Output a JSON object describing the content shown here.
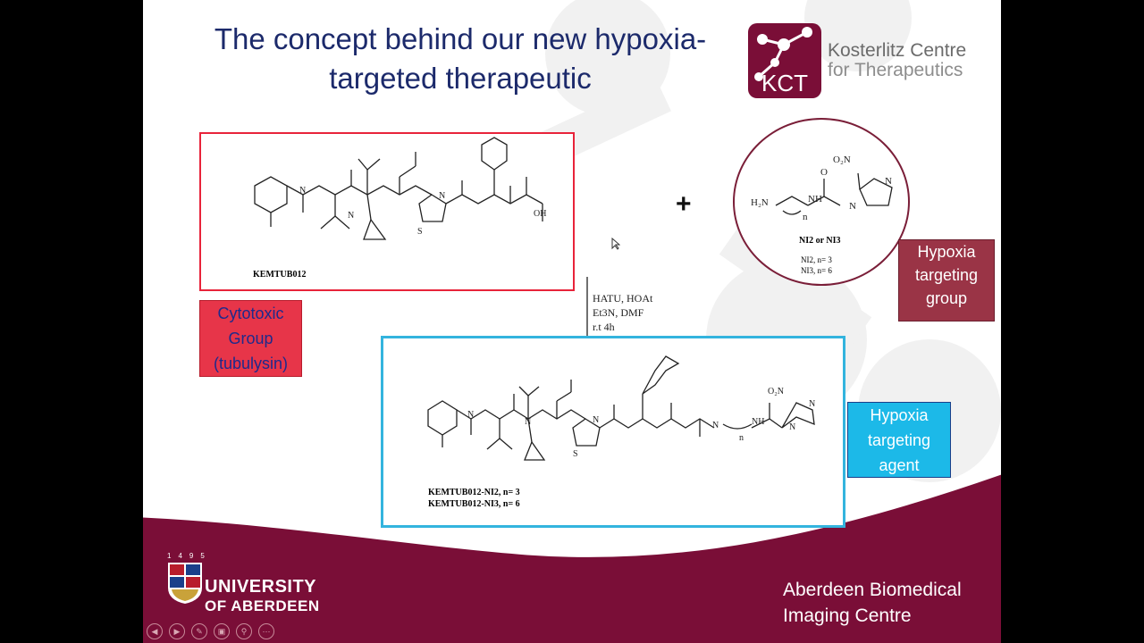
{
  "slide": {
    "title_line1": "The concept behind our new hypoxia-",
    "title_line2": "targeted therapeutic"
  },
  "logo": {
    "badge_text": "KCT",
    "name_line1": "Kosterlitz Centre",
    "name_line2": "for Therapeutics"
  },
  "compounds": {
    "left_caption": "KEMTUB012",
    "product_caption_line1": "KEMTUB012-NI2, n= 3",
    "product_caption_line2": "KEMTUB012-NI3, n= 6",
    "circle_caption": "NI2 or NI3",
    "circle_n_line1": "NI2, n= 3",
    "circle_n_line2": "NI3, n= 6"
  },
  "reaction": {
    "line1": "HATU, HOAt",
    "line2": "Et3N, DMF",
    "line3": "r.t 4h"
  },
  "operator": "+",
  "labels": {
    "cytotoxic_line1": "Cytotoxic",
    "cytotoxic_line2": "Group",
    "cytotoxic_line3": "(tubulysin)",
    "hyp_group_line1": "Hypoxia",
    "hyp_group_line2": "targeting",
    "hyp_group_line3": "group",
    "hyp_agent_line1": "Hypoxia",
    "hyp_agent_line2": "targeting",
    "hyp_agent_line3": "agent"
  },
  "footer": {
    "university_line1": "UNIVERSITY",
    "university_line2": "OF ABERDEEN",
    "founded": "1495",
    "centre_line1": "Aberdeen Biomedical",
    "centre_line2": "Imaging Centre"
  },
  "colors": {
    "maroon": "#7a0e37",
    "title_blue": "#1c2a6b",
    "red_box": "#e8233a",
    "cyan_box": "#33b4de"
  },
  "controls": [
    "prev-icon",
    "next-icon",
    "pen-icon",
    "slides-icon",
    "zoom-icon",
    "more-icon"
  ]
}
